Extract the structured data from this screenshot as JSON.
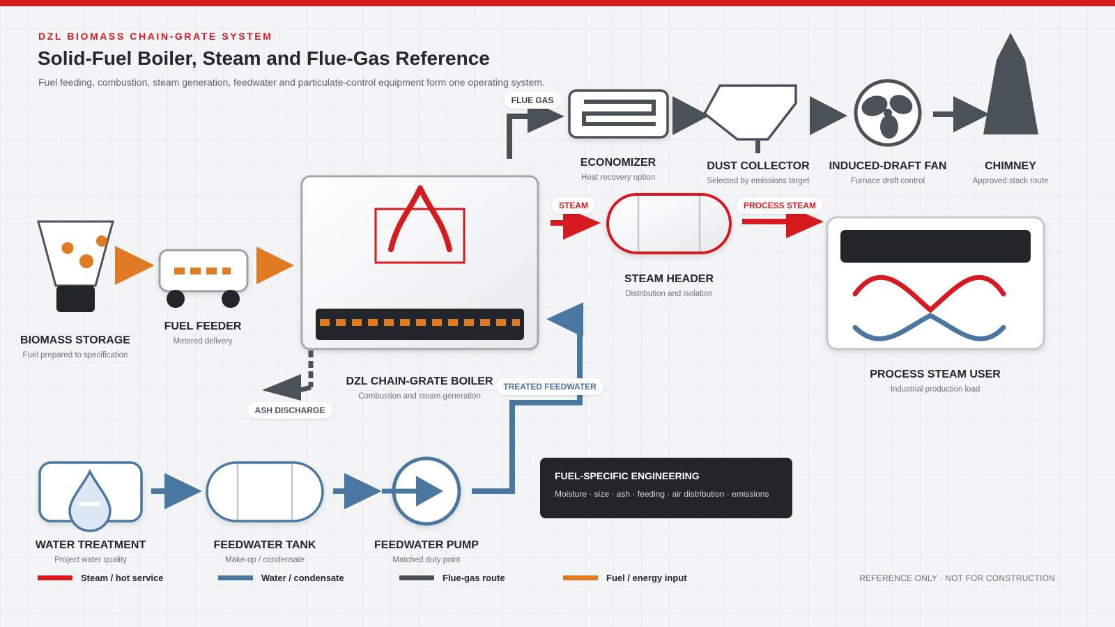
{
  "header": {
    "brand": "DZL BIOMASS CHAIN-GRATE SYSTEM",
    "title": "Solid-Fuel Boiler, Steam and Flue-Gas Reference",
    "subtitle": "Fuel feeding, combustion, steam generation, feedwater and particulate-control equipment form one operating system."
  },
  "nodes": {
    "biomass_storage": {
      "title": "BIOMASS STORAGE",
      "subtitle": "Fuel prepared to specification",
      "icon": "hopper-icon"
    },
    "fuel_feeder": {
      "title": "FUEL FEEDER",
      "subtitle": "Metered delivery",
      "icon": "conveyor-icon"
    },
    "boiler": {
      "title": "DZL CHAIN-GRATE BOILER",
      "subtitle": "Combustion and steam generation",
      "icon": "boiler-icon"
    },
    "steam_header": {
      "title": "STEAM HEADER",
      "subtitle": "Distribution and isolation",
      "icon": "header-vessel-icon"
    },
    "process_user": {
      "title": "PROCESS STEAM USER",
      "subtitle": "Industrial production load",
      "icon": "heat-exchanger-icon"
    },
    "economizer": {
      "title": "ECONOMIZER",
      "subtitle": "Heat recovery option",
      "icon": "economizer-icon"
    },
    "dust_collector": {
      "title": "DUST COLLECTOR",
      "subtitle": "Selected by emissions target",
      "icon": "dust-collector-icon"
    },
    "id_fan": {
      "title": "INDUCED-DRAFT FAN",
      "subtitle": "Furnace draft control",
      "icon": "fan-icon"
    },
    "chimney": {
      "title": "CHIMNEY",
      "subtitle": "Approved stack route",
      "icon": "chimney-icon"
    },
    "water_treatment": {
      "title": "WATER TREATMENT",
      "subtitle": "Project water quality",
      "icon": "water-drop-icon"
    },
    "feedwater_tank": {
      "title": "FEEDWATER TANK",
      "subtitle": "Make-up / condensate",
      "icon": "tank-icon"
    },
    "feedwater_pump": {
      "title": "FEEDWATER PUMP",
      "subtitle": "Matched duty point",
      "icon": "pump-icon"
    }
  },
  "flow_labels": {
    "flue_gas": "FLUE GAS",
    "steam": "STEAM",
    "process_steam": "PROCESS STEAM",
    "treated_feedwater": "TREATED FEEDWATER",
    "ash_discharge": "ASH DISCHARGE"
  },
  "info_box": {
    "title": "FUEL-SPECIFIC ENGINEERING",
    "text": "Moisture · size · ash · feeding · air distribution · emissions"
  },
  "legend": [
    {
      "label": "Steam / hot service",
      "color": "#d71920"
    },
    {
      "label": "Water / condensate",
      "color": "#4a77a0"
    },
    {
      "label": "Flue-gas route",
      "color": "#4a5159"
    },
    {
      "label": "Fuel / energy input",
      "color": "#e07b24"
    }
  ],
  "footnote": "REFERENCE ONLY · NOT FOR CONSTRUCTION",
  "colors": {
    "steam": "#d71920",
    "water": "#4a77a0",
    "flue_gas": "#4a5159",
    "fuel": "#e07b24",
    "dark": "#22252a"
  }
}
